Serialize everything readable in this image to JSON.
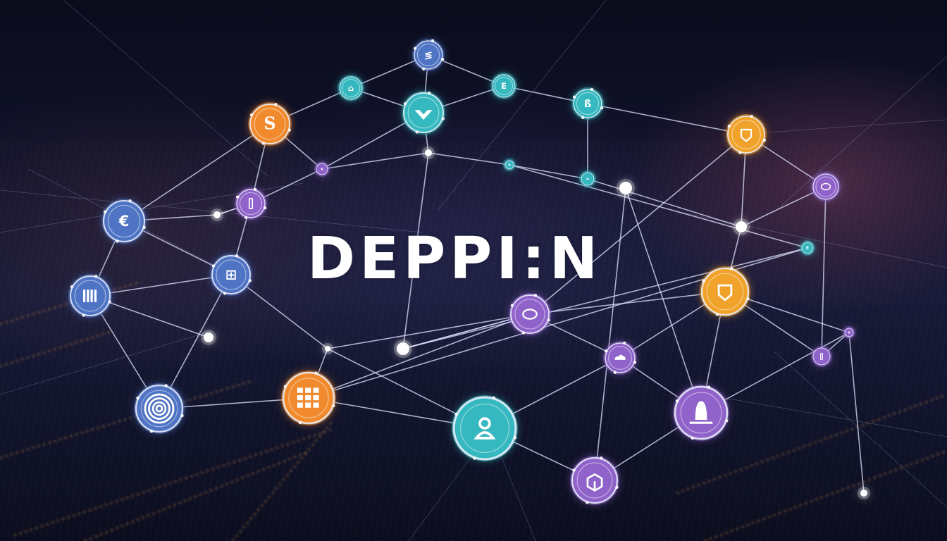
{
  "title": "DEPPI:N",
  "palette": {
    "background": "#0c0f22",
    "edge": "#dfe3ff",
    "teal": "#35b8bf",
    "orange": "#f08a2c",
    "amber": "#f0a22a",
    "purple": "#8f63c9",
    "blue": "#4f74c4",
    "white": "#ffffff",
    "city_light": "#e89a45"
  },
  "nodes": [
    {
      "id": "n1",
      "kind": "icon",
      "color": "blue",
      "icon": "pattern-glyph"
    },
    {
      "id": "n2",
      "kind": "icon",
      "color": "teal",
      "icon": "tag-glyph"
    },
    {
      "id": "n3",
      "kind": "icon",
      "color": "teal",
      "icon": "e-glyph"
    },
    {
      "id": "n4",
      "kind": "icon",
      "color": "teal",
      "icon": "diamond-glyph"
    },
    {
      "id": "n5",
      "kind": "icon",
      "color": "teal",
      "icon": "badge-glyph"
    },
    {
      "id": "n6",
      "kind": "icon",
      "color": "orange",
      "icon": "dollar-glyph"
    },
    {
      "id": "n7",
      "kind": "icon",
      "color": "amber",
      "icon": "shield-glyph"
    },
    {
      "id": "n8",
      "kind": "icon",
      "color": "purple",
      "icon": "ring-glyph"
    },
    {
      "id": "n9",
      "kind": "icon",
      "color": "teal",
      "icon": "e-glyph"
    },
    {
      "id": "n10",
      "kind": "icon",
      "color": "purple",
      "icon": "device-glyph"
    },
    {
      "id": "n11",
      "kind": "icon",
      "color": "blue",
      "icon": "wallet-glyph"
    },
    {
      "id": "n12",
      "kind": "icon",
      "color": "blue",
      "icon": "chip-glyph"
    },
    {
      "id": "n13",
      "kind": "icon",
      "color": "blue",
      "icon": "bars-glyph"
    },
    {
      "id": "n14",
      "kind": "icon",
      "color": "orange",
      "icon": "grid-glyph"
    },
    {
      "id": "n15",
      "kind": "icon",
      "color": "blue",
      "icon": "spiral-glyph"
    },
    {
      "id": "n16",
      "kind": "icon",
      "color": "teal",
      "icon": "token-glyph"
    },
    {
      "id": "n17",
      "kind": "icon",
      "color": "purple",
      "icon": "cube-glyph"
    },
    {
      "id": "n18",
      "kind": "icon",
      "color": "purple",
      "icon": "bell-glyph"
    },
    {
      "id": "n19",
      "kind": "icon",
      "color": "purple",
      "icon": "cloud-glyph"
    },
    {
      "id": "n20",
      "kind": "icon",
      "color": "purple",
      "icon": "disk-glyph"
    },
    {
      "id": "n21",
      "kind": "icon",
      "color": "amber",
      "icon": "box-glyph"
    },
    {
      "id": "n22",
      "kind": "icon",
      "color": "purple",
      "icon": "key-glyph"
    },
    {
      "id": "n23",
      "kind": "icon",
      "color": "purple",
      "icon": "small-glyph"
    },
    {
      "id": "n24",
      "kind": "icon",
      "color": "teal",
      "icon": "small-glyph"
    },
    {
      "id": "n25",
      "kind": "icon",
      "color": "teal",
      "icon": "small-glyph"
    },
    {
      "id": "n26",
      "kind": "icon",
      "color": "purple",
      "icon": "small-glyph"
    },
    {
      "id": "h1",
      "kind": "hub",
      "color": "white"
    },
    {
      "id": "h2",
      "kind": "hub",
      "color": "white"
    },
    {
      "id": "h3",
      "kind": "hub",
      "color": "white"
    },
    {
      "id": "h4",
      "kind": "hub",
      "color": "white"
    },
    {
      "id": "h5",
      "kind": "hub",
      "color": "white"
    },
    {
      "id": "h6",
      "kind": "hub",
      "color": "white"
    },
    {
      "id": "h7",
      "kind": "hub",
      "color": "white"
    },
    {
      "id": "h8",
      "kind": "hub",
      "color": "white"
    }
  ],
  "edges": [
    [
      "n1",
      "n2"
    ],
    [
      "n1",
      "n3"
    ],
    [
      "n1",
      "n4"
    ],
    [
      "n2",
      "n6"
    ],
    [
      "n2",
      "n4"
    ],
    [
      "n3",
      "n5"
    ],
    [
      "n3",
      "n4"
    ],
    [
      "n4",
      "h1"
    ],
    [
      "n4",
      "n23"
    ],
    [
      "n5",
      "n7"
    ],
    [
      "n5",
      "n25"
    ],
    [
      "n6",
      "n23"
    ],
    [
      "n6",
      "n10"
    ],
    [
      "n6",
      "n11"
    ],
    [
      "n7",
      "n20"
    ],
    [
      "n7",
      "h2"
    ],
    [
      "n7",
      "n8"
    ],
    [
      "n8",
      "h2"
    ],
    [
      "n8",
      "n22"
    ],
    [
      "n23",
      "n10"
    ],
    [
      "n23",
      "h1"
    ],
    [
      "h1",
      "n24"
    ],
    [
      "h1",
      "h3"
    ],
    [
      "n24",
      "n25"
    ],
    [
      "n25",
      "h2"
    ],
    [
      "n10",
      "h4"
    ],
    [
      "n10",
      "n12"
    ],
    [
      "n11",
      "h4"
    ],
    [
      "n11",
      "n13"
    ],
    [
      "n11",
      "n12"
    ],
    [
      "h4",
      "n10"
    ],
    [
      "n12",
      "n13"
    ],
    [
      "n12",
      "h5"
    ],
    [
      "n12",
      "n15"
    ],
    [
      "n13",
      "h6"
    ],
    [
      "n13",
      "n15"
    ],
    [
      "h5",
      "n14"
    ],
    [
      "n15",
      "n14"
    ],
    [
      "n14",
      "n16"
    ],
    [
      "n14",
      "n20"
    ],
    [
      "h5",
      "n20"
    ],
    [
      "n20",
      "n21"
    ],
    [
      "n20",
      "n19"
    ],
    [
      "n20",
      "h3"
    ],
    [
      "n16",
      "n19"
    ],
    [
      "n16",
      "n17"
    ],
    [
      "n17",
      "n18"
    ],
    [
      "n19",
      "n18"
    ],
    [
      "n19",
      "n21"
    ],
    [
      "n21",
      "n18"
    ],
    [
      "n21",
      "n26"
    ],
    [
      "n18",
      "n26"
    ],
    [
      "n22",
      "n26"
    ],
    [
      "n26",
      "h7"
    ],
    [
      "n22",
      "n21"
    ],
    [
      "h2",
      "n21"
    ],
    [
      "n18",
      "h8"
    ],
    [
      "n17",
      "h8"
    ],
    [
      "n9",
      "n14"
    ],
    [
      "n9",
      "h3"
    ],
    [
      "n24",
      "n9"
    ],
    [
      "h3",
      "n20"
    ],
    [
      "n16",
      "h5"
    ]
  ]
}
